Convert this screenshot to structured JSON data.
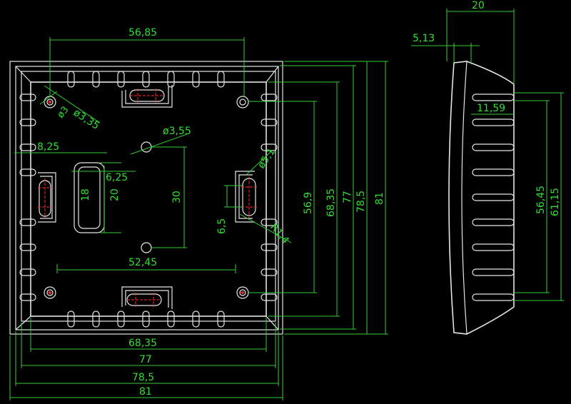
{
  "colors": {
    "background": "#000000",
    "outline": "#e6e6e6",
    "dimension": "#33dd33",
    "centerline": "#ff2a2a"
  },
  "front_view": {
    "dimensions": {
      "hole_spacing_top": "56,85",
      "hole_dia_a": "ø3,35",
      "hole_dia_b": "ø3",
      "hole_dia_center": "ø3,55",
      "offset_left": "8,25",
      "slot_width": "6,25",
      "slot_inner": "18",
      "slot_outer": "20",
      "center_spacing": "30",
      "keyhole_dia": "ø5,1",
      "keyhole_offset": "6,5",
      "keyhole_radius": "R1,4",
      "bottom_spacing": "52,45",
      "v_56_9": "56,9",
      "v_68_35": "68,35",
      "v_77": "77",
      "v_78_5": "78,5",
      "v_81": "81",
      "h_68_35": "68,35",
      "h_77": "77",
      "h_78_5": "78,5",
      "h_81": "81"
    }
  },
  "side_view": {
    "dimensions": {
      "depth": "20",
      "wall": "5,13",
      "slot_depth": "11,59",
      "inner_height": "56,45",
      "outer_height": "61,15"
    }
  }
}
